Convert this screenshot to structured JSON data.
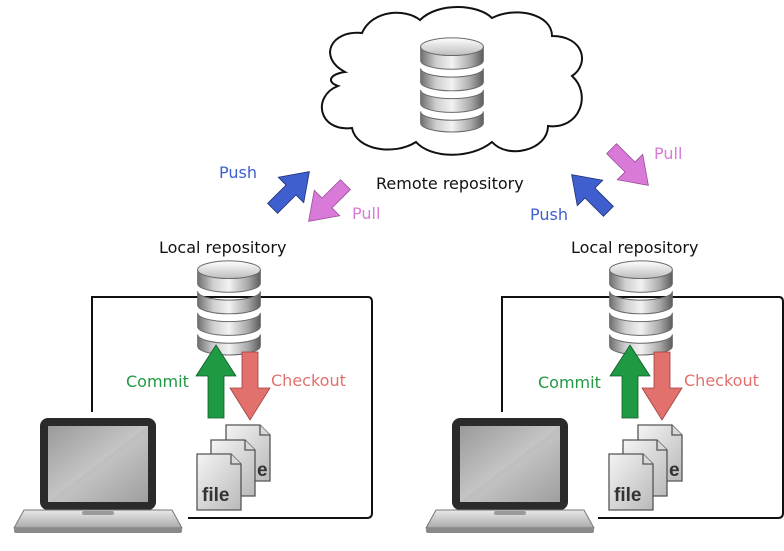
{
  "remote": {
    "label": "Remote repository"
  },
  "left": {
    "local_label": "Local repository",
    "push_label": "Push",
    "pull_label": "Pull",
    "commit_label": "Commit",
    "checkout_label": "Checkout",
    "file_label": "file",
    "file_peek_label": "e"
  },
  "right": {
    "local_label": "Local repository",
    "push_label": "Push",
    "pull_label": "Pull",
    "commit_label": "Commit",
    "checkout_label": "Checkout",
    "file_label": "file",
    "file_peek_label": "e"
  },
  "colors": {
    "push": "#3f5fcf",
    "pull": "#d97ad9",
    "commit": "#1f9a43",
    "checkout": "#e2716e",
    "outline": "#111111"
  },
  "icons": {
    "cloud": "cloud-icon",
    "database": "database-icon",
    "laptop": "laptop-icon",
    "files": "file-stack-icon"
  }
}
